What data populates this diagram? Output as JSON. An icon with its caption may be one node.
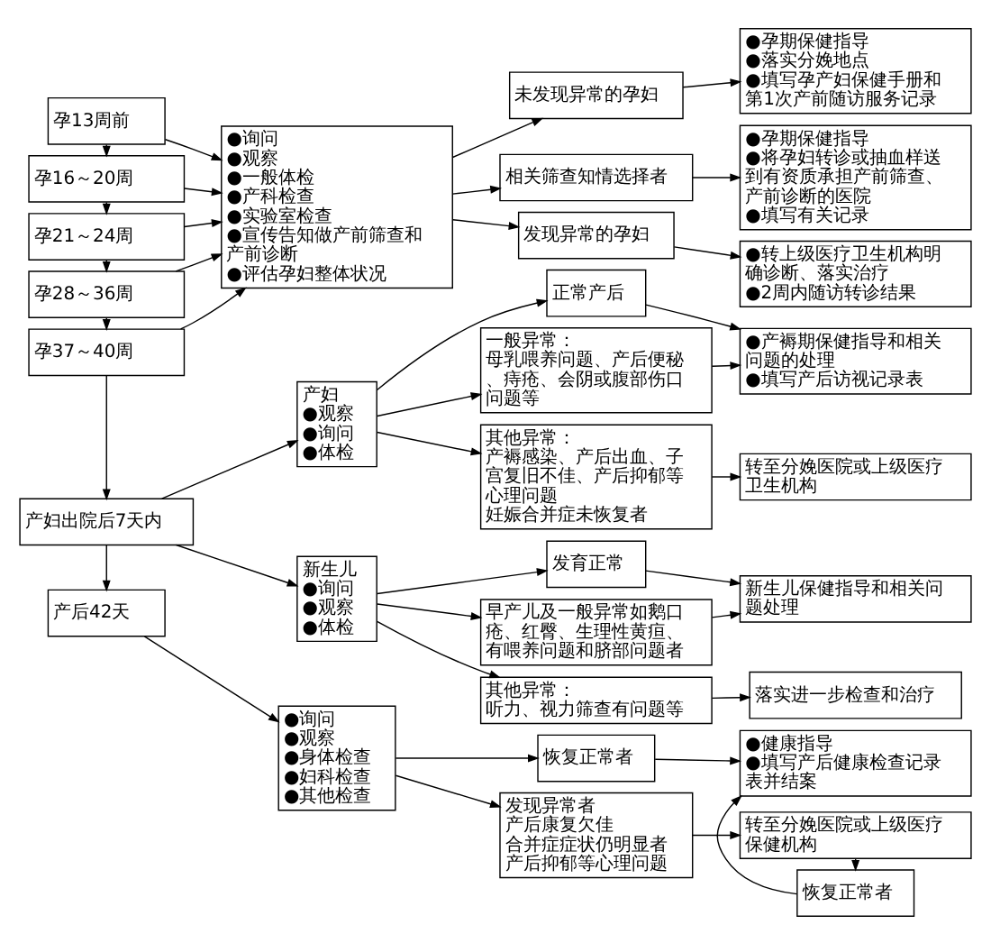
{
  "diagram": {
    "nodes": [
      {
        "text": [
          "孕13周前"
        ]
      },
      {
        "text": [
          "孕16～20周"
        ]
      },
      {
        "text": [
          "孕21～24周"
        ]
      },
      {
        "text": [
          "孕28～36周"
        ]
      },
      {
        "text": [
          "孕37～40周"
        ]
      },
      {
        "text": [
          "●询问",
          "●观察",
          "●一般体检",
          "●产科检查",
          "●实验室检查",
          "●宣传告知做产前筛查和产前诊断",
          "●评估孕妇整体状况"
        ]
      },
      {
        "text": [
          "未发现异常的孕妇"
        ]
      },
      {
        "text": [
          "相关筛查知情选择者"
        ]
      },
      {
        "text": [
          "发现异常的孕妇"
        ]
      },
      {
        "text": [
          "●孕期保健指导",
          "●落实分娩地点",
          "●填写孕产妇保健手册和第1次产前随访服务记录"
        ]
      },
      {
        "text": [
          "●孕期保健指导",
          "●将孕妇转诊或抽血样送到有资质承担产前筛查、产前诊断的医院",
          "●填写有关记录"
        ]
      },
      {
        "text": [
          "●转上级医疗卫生机构明确诊断、落实治疗",
          "●2周内随访转诊结果"
        ]
      },
      {
        "text": [
          "产妇出院后7天内"
        ]
      },
      {
        "text": [
          "产妇",
          "●观察",
          "●询问",
          "●体检"
        ]
      },
      {
        "text": [
          "正常产后"
        ]
      },
      {
        "text": [
          "一般异常：",
          "母乳喂养问题、产后便秘、痔疮、会阴或腹部伤口问题等"
        ]
      },
      {
        "text": [
          "其他异常：",
          "产褥感染、产后出血、子宫复旧不佳、产后抑郁等心理问题",
          "妊娠合并症未恢复者"
        ]
      },
      {
        "text": [
          "●产褥期保健指导和相关问题的处理",
          "●填写产后访视记录表"
        ]
      },
      {
        "text": [
          "转至分娩医院或上级医疗卫生机构"
        ]
      },
      {
        "text": [
          "新生儿",
          "●询问",
          "●观察",
          "●体检"
        ]
      },
      {
        "text": [
          "发育正常"
        ]
      },
      {
        "text": [
          "早产儿及一般异常如鹅口疮、红臀、生理性黄疸、有喂养问题和脐部问题者"
        ]
      },
      {
        "text": [
          "其他异常：",
          "听力、视力筛查有问题等"
        ]
      },
      {
        "text": [
          "新生儿保健指导和相关问题处理"
        ]
      },
      {
        "text": [
          "落实进一步检查和治疗"
        ]
      },
      {
        "text": [
          "产后42天"
        ]
      },
      {
        "text": [
          "●询问",
          "●观察",
          "●身体检查",
          "●妇科检查",
          "●其他检查"
        ]
      },
      {
        "text": [
          "恢复正常者"
        ]
      },
      {
        "text": [
          "发现异常者",
          "产后康复欠佳",
          "合并症症状仍明显者",
          "产后抑郁等心理问题"
        ]
      },
      {
        "text": [
          "●健康指导",
          "●填写产后健康检查记录表并结案"
        ]
      },
      {
        "text": [
          "恢复正常者"
        ]
      },
      {
        "text": [
          "转至分娩医院或上级医疗保健机构"
        ]
      }
    ],
    "edges": [
      {
        "from": 0,
        "to": 1,
        "arrow": "to"
      },
      {
        "from": 1,
        "to": 2,
        "arrow": "to"
      },
      {
        "from": 2,
        "to": 3,
        "arrow": "to"
      },
      {
        "from": 3,
        "to": 4,
        "arrow": "to"
      },
      {
        "from": 0,
        "to": 5,
        "arrow": "to"
      },
      {
        "from": 1,
        "to": 5,
        "arrow": "to"
      },
      {
        "from": 2,
        "to": 5,
        "arrow": "to"
      },
      {
        "from": 3,
        "to": 5,
        "arrow": "to"
      },
      {
        "from": 4,
        "to": 5,
        "arrow": "to"
      },
      {
        "from": 5,
        "to": 6,
        "arrow": "to"
      },
      {
        "from": 5,
        "to": 7,
        "arrow": "to"
      },
      {
        "from": 5,
        "to": 8,
        "arrow": "to"
      },
      {
        "from": 6,
        "to": 9,
        "arrow": "to"
      },
      {
        "from": 7,
        "to": 10,
        "arrow": "to"
      },
      {
        "from": 8,
        "to": 11,
        "arrow": "to"
      },
      {
        "from": 4,
        "to": 12,
        "arrow": "to"
      },
      {
        "from": 12,
        "to": 13,
        "arrow": "to"
      },
      {
        "from": 12,
        "to": 19,
        "arrow": "to"
      },
      {
        "from": 13,
        "to": 14,
        "arrow": "to"
      },
      {
        "from": 13,
        "to": 15,
        "arrow": "to"
      },
      {
        "from": 13,
        "to": 16,
        "arrow": "to"
      },
      {
        "from": 14,
        "to": 17,
        "arrow": "to"
      },
      {
        "from": 15,
        "to": 17,
        "arrow": "to"
      },
      {
        "from": 16,
        "to": 18,
        "arrow": "to"
      },
      {
        "from": 19,
        "to": 20,
        "arrow": "to"
      },
      {
        "from": 19,
        "to": 21,
        "arrow": "to"
      },
      {
        "from": 19,
        "to": 22,
        "arrow": "to"
      },
      {
        "from": 20,
        "to": 23,
        "arrow": "to"
      },
      {
        "from": 21,
        "to": 23,
        "arrow": "to"
      },
      {
        "from": 22,
        "to": 24,
        "arrow": "to"
      },
      {
        "from": 12,
        "to": 25,
        "arrow": "to"
      },
      {
        "from": 25,
        "to": 26,
        "arrow": "to"
      },
      {
        "from": 26,
        "to": 27,
        "arrow": "to"
      },
      {
        "from": 26,
        "to": 28,
        "arrow": "to"
      },
      {
        "from": 27,
        "to": 29,
        "arrow": "to"
      },
      {
        "from": 28,
        "to": 31,
        "arrow": "to"
      },
      {
        "from": 31,
        "to": 30,
        "arrow": "to"
      },
      {
        "from": 30,
        "to": 29,
        "arrow": "to"
      }
    ]
  }
}
